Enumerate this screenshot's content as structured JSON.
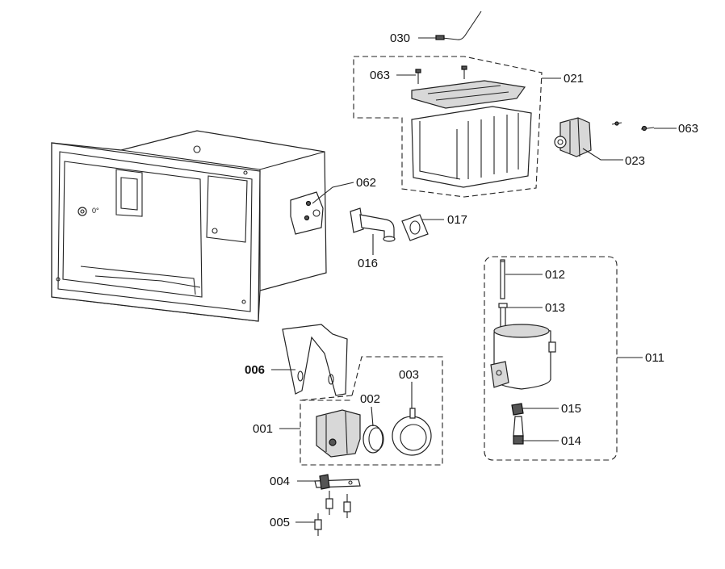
{
  "labels": {
    "p001": "001",
    "p002": "002",
    "p003": "003",
    "p004": "004",
    "p005": "005",
    "p006": "006",
    "p011": "011",
    "p012": "012",
    "p013": "013",
    "p014": "014",
    "p015": "015",
    "p016": "016",
    "p017": "017",
    "p021": "021",
    "p023": "023",
    "p030": "030",
    "p062": "062",
    "p063a": "063",
    "p063b": "063"
  }
}
